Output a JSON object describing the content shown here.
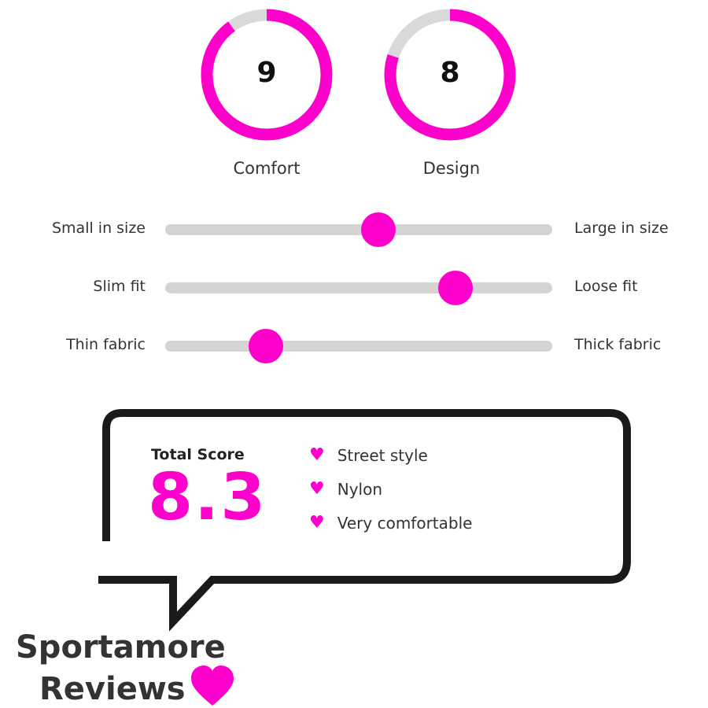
{
  "accent": "#ff00cc",
  "ratings": [
    {
      "label": "Comfort",
      "value": "9",
      "score": 9,
      "max": 10
    },
    {
      "label": "Design",
      "value": "8",
      "score": 8,
      "max": 10
    }
  ],
  "sliders": [
    {
      "left": "Small in size",
      "right": "Large in size",
      "position": 0.55
    },
    {
      "left": "Slim fit",
      "right": "Loose fit",
      "position": 0.75
    },
    {
      "left": "Thin fabric",
      "right": "Thick fabric",
      "position": 0.26
    }
  ],
  "total": {
    "label": "Total Score",
    "value": "8.3"
  },
  "features": [
    "Street style",
    "Nylon",
    "Very comfortable"
  ],
  "brand": {
    "line1": "Sportamore",
    "line2": "Reviews"
  }
}
